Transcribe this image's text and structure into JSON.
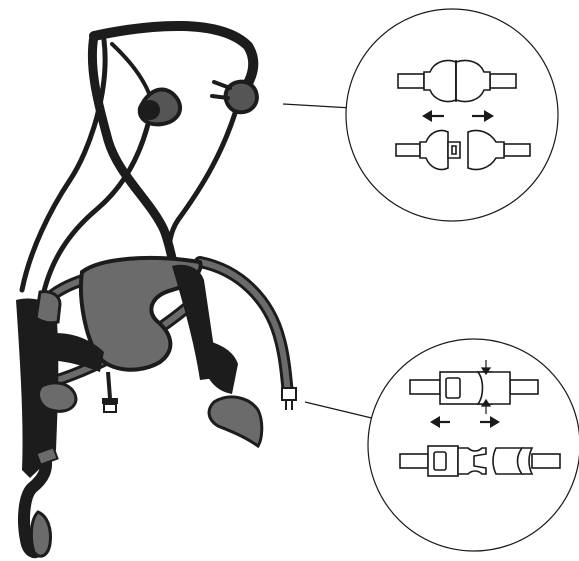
{
  "figure": {
    "kind": "technical illustration",
    "colors": {
      "strap": "#1c1c1c",
      "pad": "#6b6b6b",
      "outline": "#1a1a1a",
      "background": "#ffffff"
    },
    "callouts": [
      {
        "id": "connector-detail",
        "icons": [
          "round-connector-joined-icon",
          "round-connector-separated-icon",
          "arrow-left-icon",
          "arrow-right-icon"
        ]
      },
      {
        "id": "buckle-detail",
        "icons": [
          "side-release-buckle-joined-icon",
          "side-release-buckle-separated-icon",
          "press-arrow-icon",
          "arrow-left-icon",
          "arrow-right-icon"
        ]
      }
    ]
  }
}
